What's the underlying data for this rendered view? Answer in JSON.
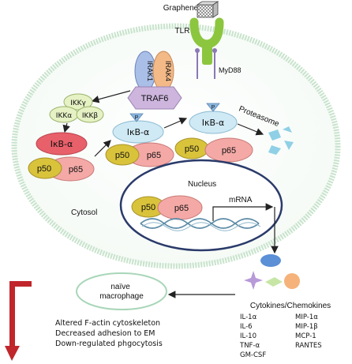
{
  "labels": {
    "graphene": "Graphene",
    "tlr": "TLR",
    "myd88": "MyD88",
    "irak1": "IRAK1",
    "irak4": "IRAK4",
    "traf6": "TRAF6",
    "ikk_gamma": "IKKγ",
    "ikk_alpha": "IKKα",
    "ikk_beta": "IKKβ",
    "ikb_alpha": "IκB-α",
    "phospho": "P",
    "p50": "p50",
    "p65": "p65",
    "proteasome": "Proteasome",
    "nucleus": "Nucleus",
    "mrna": "mRNA",
    "cytosol": "Cytosol",
    "naive_macrophage": "naïve\nmacrophage",
    "cytokines_chemokines": "Cytokines/Chemokines"
  },
  "cytokines_left": [
    "IL-1α",
    "IL-6",
    "IL-10",
    "TNF-α",
    "GM-CSF"
  ],
  "chemokines_right": [
    "MIP-1α",
    "MIP-1β",
    "MCP-1",
    "RANTES"
  ],
  "effects": [
    "Altered F-actin cytoskeleton",
    "Decreased adhesion to EM",
    "Down-regulated phgocytosis"
  ],
  "colors": {
    "cell_membrane": "#c8e3cc",
    "tlr_green": "#8cc63f",
    "irak1": "#a9bfe8",
    "irak4": "#f3b987",
    "traf6": "#cdb5de",
    "ikk": "#e6f2c4",
    "ikb_free": "#cfe9f5",
    "ikb_bound": "#e8606a",
    "p50": "#d9c33b",
    "p65": "#f4a9a6",
    "nucleus_border": "#2a3a6a",
    "dna": "#5a8aa6",
    "red_arrow": "#c0262b",
    "fragments": "#8fd0e6",
    "cytokine_ellipse": "#5b8fd6",
    "cytokine_circle": "#f5b27a",
    "cytokine_diamond": "#c7e6a6",
    "cytokine_star": "#b79ad8"
  }
}
